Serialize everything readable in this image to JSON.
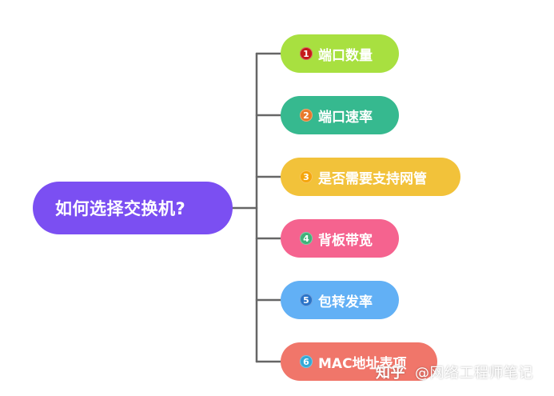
{
  "root": {
    "label": "如何选择交换机?",
    "color": "#7b4ff2"
  },
  "branches": [
    {
      "number": "1",
      "label": "端口数量",
      "color": "#a8e040",
      "badge_color": "#c41a1a"
    },
    {
      "number": "2",
      "label": "端口速率",
      "color": "#36b98f",
      "badge_color": "#e87a2b"
    },
    {
      "number": "3",
      "label": "是否需要支持网管",
      "color": "#f2c23a",
      "badge_color": "#f5a60c"
    },
    {
      "number": "4",
      "label": "背板带宽",
      "color": "#f5638f",
      "badge_color": "#3fb27a"
    },
    {
      "number": "5",
      "label": "包转发率",
      "color": "#62b0f5",
      "badge_color": "#2a74c9"
    },
    {
      "number": "6",
      "label": "MAC地址表项",
      "color": "#f0766a",
      "badge_color": "#33a9d6"
    }
  ],
  "connector_color": "#666666",
  "watermark": {
    "logo": "知乎",
    "text": "@网络工程师笔记"
  }
}
